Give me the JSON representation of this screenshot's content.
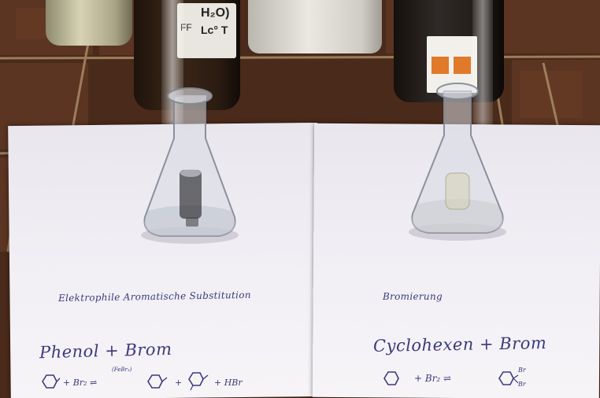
{
  "bottle_label": {
    "line1": "H₂O)",
    "line2": "FF",
    "line3": "Lc° T"
  },
  "left_sheet": {
    "title": "Elektrophile Aromatische Substitution",
    "reaction": "Phenol + Brom",
    "equation_a": "+ Br₂ ⇌",
    "equation_cat": "(FeBr₃)",
    "equation_b": "+",
    "equation_c": "+ HBr"
  },
  "right_sheet": {
    "title": "Bromierung",
    "reaction": "Cyclohexen + Brom",
    "equation_a": "+ Br₂ ⇌",
    "equation_br": "Br"
  },
  "colors": {
    "tile": "#5a3320",
    "grout": "#b39a74",
    "paper": "#f1eff4",
    "ink": "#3c3a7a"
  }
}
